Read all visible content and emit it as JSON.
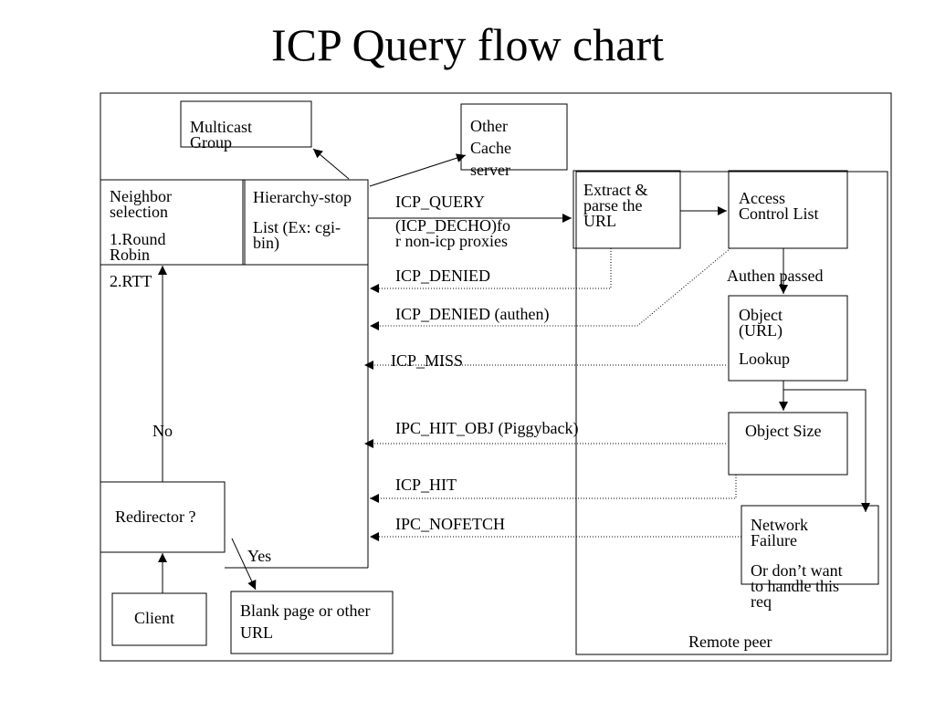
{
  "title": "ICP Query flow chart",
  "nodes": {
    "multicast": [
      "Multicast",
      "Group"
    ],
    "other_cache": [
      "Other",
      "Cache",
      "server"
    ],
    "neighbor": [
      "Neighbor",
      "selection",
      "1.Round",
      "Robin",
      "2.RTT"
    ],
    "hierarchy": [
      "Hierarchy-stop",
      "List (Ex: cgi-",
      "bin)"
    ],
    "extract": [
      "Extract &",
      "parse the",
      "URL"
    ],
    "acl": [
      "Access",
      "Control List"
    ],
    "object_lookup": [
      "Object",
      "(URL)",
      "Lookup"
    ],
    "object_size": "Object Size",
    "network_failure": [
      "Network",
      "Failure",
      "Or don’t want",
      "to handle this",
      "req"
    ],
    "redirector": "Redirector ?",
    "client": "Client",
    "blank_page": [
      "Blank page or other",
      "URL"
    ],
    "remote_peer": "Remote peer"
  },
  "edge_labels": {
    "icp_query": [
      "ICP_QUERY",
      "(ICP_DECHO)fo",
      "r non-icp proxies"
    ],
    "icp_denied": "ICP_DENIED",
    "icp_denied_authen": "ICP_DENIED (authen)",
    "icp_miss": "ICP_MISS",
    "ipc_hit_obj": "IPC_HIT_OBJ (Piggyback)",
    "icp_hit": "ICP_HIT",
    "ipc_nofetch": "IPC_NOFETCH",
    "authen_passed": "Authen passed",
    "no": "No",
    "yes": "Yes"
  }
}
